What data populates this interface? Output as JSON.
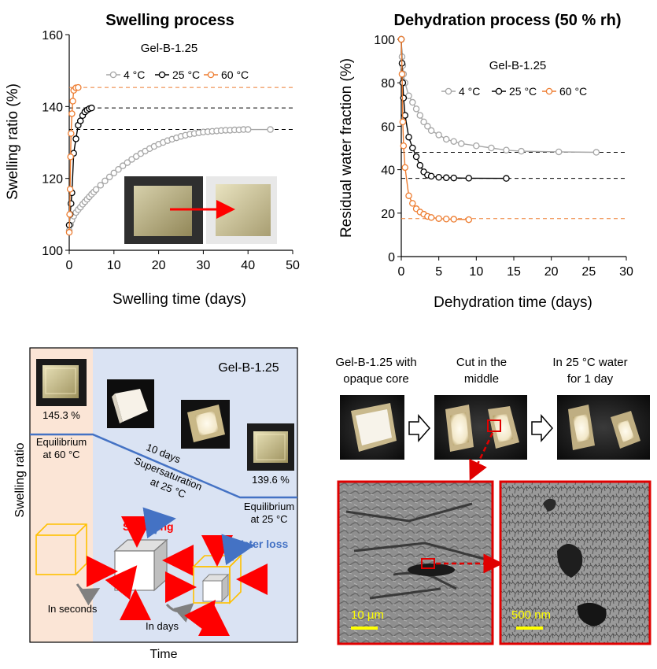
{
  "chart_data": [
    {
      "type": "scatter",
      "title": "Swelling process",
      "xlabel": "Swelling time (days)",
      "ylabel": "Swelling ratio (%)",
      "xlim": [
        0,
        50
      ],
      "ylim": [
        100,
        160
      ],
      "xticks": [
        0,
        10,
        20,
        30,
        40,
        50
      ],
      "yticks": [
        100,
        120,
        140,
        160
      ],
      "legend_title": "Gel-B-1.25",
      "legend_placement": "top",
      "grid": false,
      "series": [
        {
          "name": "4 °C",
          "color": "#a6a6a6",
          "x": [
            0,
            0.3,
            0.6,
            1,
            1.5,
            2,
            2.5,
            3,
            3.5,
            4,
            4.5,
            5,
            5.5,
            6,
            7,
            8,
            9,
            10,
            11,
            12,
            13,
            14,
            15,
            16,
            17,
            18,
            19,
            20,
            21,
            22,
            23,
            24,
            25,
            26,
            27,
            28,
            29,
            30,
            31,
            32,
            33,
            34,
            35,
            36,
            37,
            38,
            39,
            40,
            45
          ],
          "y": [
            105.5,
            107.2,
            108.4,
            109.5,
            110.5,
            111.3,
            112.0,
            112.8,
            113.5,
            114.2,
            114.9,
            115.6,
            116.2,
            116.9,
            118.1,
            119.3,
            120.4,
            121.5,
            122.5,
            123.5,
            124.4,
            125.3,
            126.1,
            126.9,
            127.6,
            128.3,
            128.9,
            129.5,
            130.0,
            130.5,
            130.9,
            131.3,
            131.7,
            132.0,
            132.3,
            132.5,
            132.7,
            132.9,
            133.0,
            133.1,
            133.2,
            133.3,
            133.4,
            133.4,
            133.5,
            133.5,
            133.6,
            133.6,
            133.6
          ]
        },
        {
          "name": "25 °C",
          "color": "#000000",
          "x": [
            0,
            0.2,
            0.4,
            0.6,
            1,
            1.5,
            2,
            2.5,
            3,
            3.5,
            4,
            4.5,
            5
          ],
          "y": [
            107,
            110,
            113,
            116,
            127,
            131,
            134.8,
            136,
            137.5,
            138.5,
            139.0,
            139.4,
            139.6
          ]
        },
        {
          "name": "60 °C",
          "color": "#ed7d31",
          "x": [
            0,
            0.1,
            0.2,
            0.3,
            0.4,
            0.6,
            0.8,
            1,
            1.5,
            2
          ],
          "y": [
            105,
            110,
            117,
            126,
            132.5,
            138,
            141.5,
            144.5,
            145.2,
            145.3
          ]
        }
      ],
      "reference_lines": [
        {
          "y": 145.3,
          "color": "#ed7d31"
        },
        {
          "y": 139.6,
          "color": "#000000"
        },
        {
          "y": 133.6,
          "color": "#000000"
        }
      ]
    },
    {
      "type": "scatter",
      "title": "Dehydration process (50 % rh)",
      "xlabel": "Dehydration time (days)",
      "ylabel": "Residual water fraction (%)",
      "xlim": [
        0,
        30
      ],
      "ylim": [
        0,
        100
      ],
      "xticks": [
        0,
        5,
        10,
        15,
        20,
        25,
        30
      ],
      "yticks": [
        0,
        20,
        40,
        60,
        80,
        100
      ],
      "legend_title": "Gel-B-1.25",
      "legend_placement": "top-right",
      "grid": false,
      "series": [
        {
          "name": "4 °C",
          "color": "#a6a6a6",
          "x": [
            0,
            0.1,
            0.2,
            0.3,
            0.5,
            1,
            1.5,
            2,
            2.5,
            3,
            3.5,
            4,
            5,
            6,
            7,
            8,
            10,
            12,
            14,
            16,
            21,
            26
          ],
          "y": [
            100,
            92,
            88,
            84,
            80,
            74,
            71,
            68,
            65,
            62,
            60,
            58,
            56,
            54,
            53,
            52,
            51,
            50,
            49,
            48.5,
            48.2,
            48
          ]
        },
        {
          "name": "25 °C",
          "color": "#000000",
          "x": [
            0,
            0.1,
            0.2,
            0.3,
            0.5,
            1,
            1.5,
            2,
            2.5,
            3,
            3.5,
            4,
            5,
            6,
            7,
            9,
            14
          ],
          "y": [
            100,
            89,
            80,
            73,
            65,
            55,
            50,
            46,
            42,
            39,
            37.5,
            37,
            36.5,
            36.3,
            36.2,
            36.1,
            36
          ]
        },
        {
          "name": "60 °C",
          "color": "#ed7d31",
          "x": [
            0,
            0.1,
            0.2,
            0.3,
            0.5,
            1,
            1.5,
            2,
            2.5,
            3,
            3.5,
            4,
            5,
            6,
            7,
            9
          ],
          "y": [
            100,
            84,
            62,
            51,
            41,
            28,
            24.5,
            22,
            20.5,
            19.5,
            18.5,
            18,
            17.5,
            17.3,
            17.2,
            17
          ]
        }
      ],
      "reference_lines": [
        {
          "y": 48,
          "color": "#000000"
        },
        {
          "y": 36,
          "color": "#000000"
        },
        {
          "y": 17.5,
          "color": "#ed7d31"
        }
      ]
    }
  ],
  "schematic": {
    "title": "Gel-B-1.25",
    "ylabel": "Swelling ratio",
    "xlabel": "Time",
    "value_high": "145.3 %",
    "value_low": "139.6 %",
    "eq60": [
      "Equilibrium",
      "at 60 °C"
    ],
    "eq25": [
      "Equilibrium",
      "at 25 °C"
    ],
    "ten_days": "10 days",
    "supersat": [
      "Supersaturation",
      "at 25 °C"
    ],
    "shrinking": "Shrinking",
    "water_loss": "Water loss",
    "in_seconds": "In seconds",
    "in_days": "In days",
    "colors": {
      "pink": "#fbe5d6",
      "blue": "#dae3f3",
      "line": "#4472c4",
      "cube": "#ffc000",
      "arrow": "#ff0000"
    }
  },
  "photos": {
    "caption1": [
      "Gel-B-1.25 with",
      "opaque core"
    ],
    "caption2": [
      "Cut in the",
      "middle"
    ],
    "caption3": [
      "In 25 °C water",
      "for 1 day"
    ],
    "scale1": "10 µm",
    "scale2": "500 nm"
  }
}
